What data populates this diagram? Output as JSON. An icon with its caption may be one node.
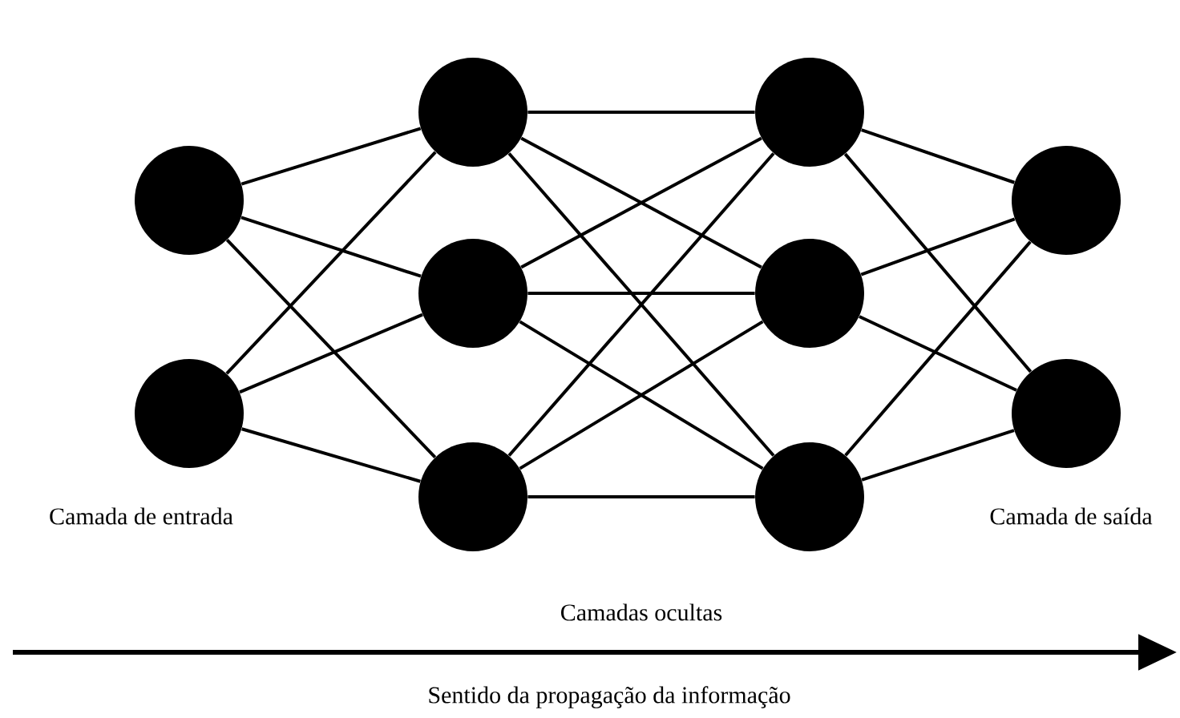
{
  "diagram": {
    "nodes": [
      {
        "text": [],
        "shape": "circle"
      },
      {
        "text": [],
        "shape": "circle"
      },
      {
        "text": [],
        "shape": "circle"
      },
      {
        "text": [],
        "shape": "circle"
      },
      {
        "text": [],
        "shape": "circle"
      },
      {
        "text": [],
        "shape": "circle"
      },
      {
        "text": [],
        "shape": "circle"
      },
      {
        "text": [],
        "shape": "circle"
      },
      {
        "text": [],
        "shape": "circle"
      },
      {
        "text": [],
        "shape": "circle"
      }
    ],
    "edges": [
      {
        "from": 0,
        "to": 2,
        "arrow": "none"
      },
      {
        "from": 0,
        "to": 3,
        "arrow": "none"
      },
      {
        "from": 0,
        "to": 4,
        "arrow": "none"
      },
      {
        "from": 1,
        "to": 2,
        "arrow": "none"
      },
      {
        "from": 1,
        "to": 3,
        "arrow": "none"
      },
      {
        "from": 1,
        "to": 4,
        "arrow": "none"
      },
      {
        "from": 2,
        "to": 5,
        "arrow": "none"
      },
      {
        "from": 2,
        "to": 6,
        "arrow": "none"
      },
      {
        "from": 2,
        "to": 7,
        "arrow": "none"
      },
      {
        "from": 3,
        "to": 5,
        "arrow": "none"
      },
      {
        "from": 3,
        "to": 6,
        "arrow": "none"
      },
      {
        "from": 3,
        "to": 7,
        "arrow": "none"
      },
      {
        "from": 4,
        "to": 5,
        "arrow": "none"
      },
      {
        "from": 4,
        "to": 6,
        "arrow": "none"
      },
      {
        "from": 4,
        "to": 7,
        "arrow": "none"
      },
      {
        "from": 5,
        "to": 8,
        "arrow": "none"
      },
      {
        "from": 5,
        "to": 9,
        "arrow": "none"
      },
      {
        "from": 6,
        "to": 8,
        "arrow": "none"
      },
      {
        "from": 6,
        "to": 9,
        "arrow": "none"
      },
      {
        "from": 7,
        "to": 8,
        "arrow": "none"
      },
      {
        "from": 7,
        "to": 9,
        "arrow": "none"
      }
    ],
    "labels": [
      "Camada de entrada",
      "Camada de saída",
      "Camadas ocultas",
      "Sentido da propagação da informação"
    ]
  }
}
